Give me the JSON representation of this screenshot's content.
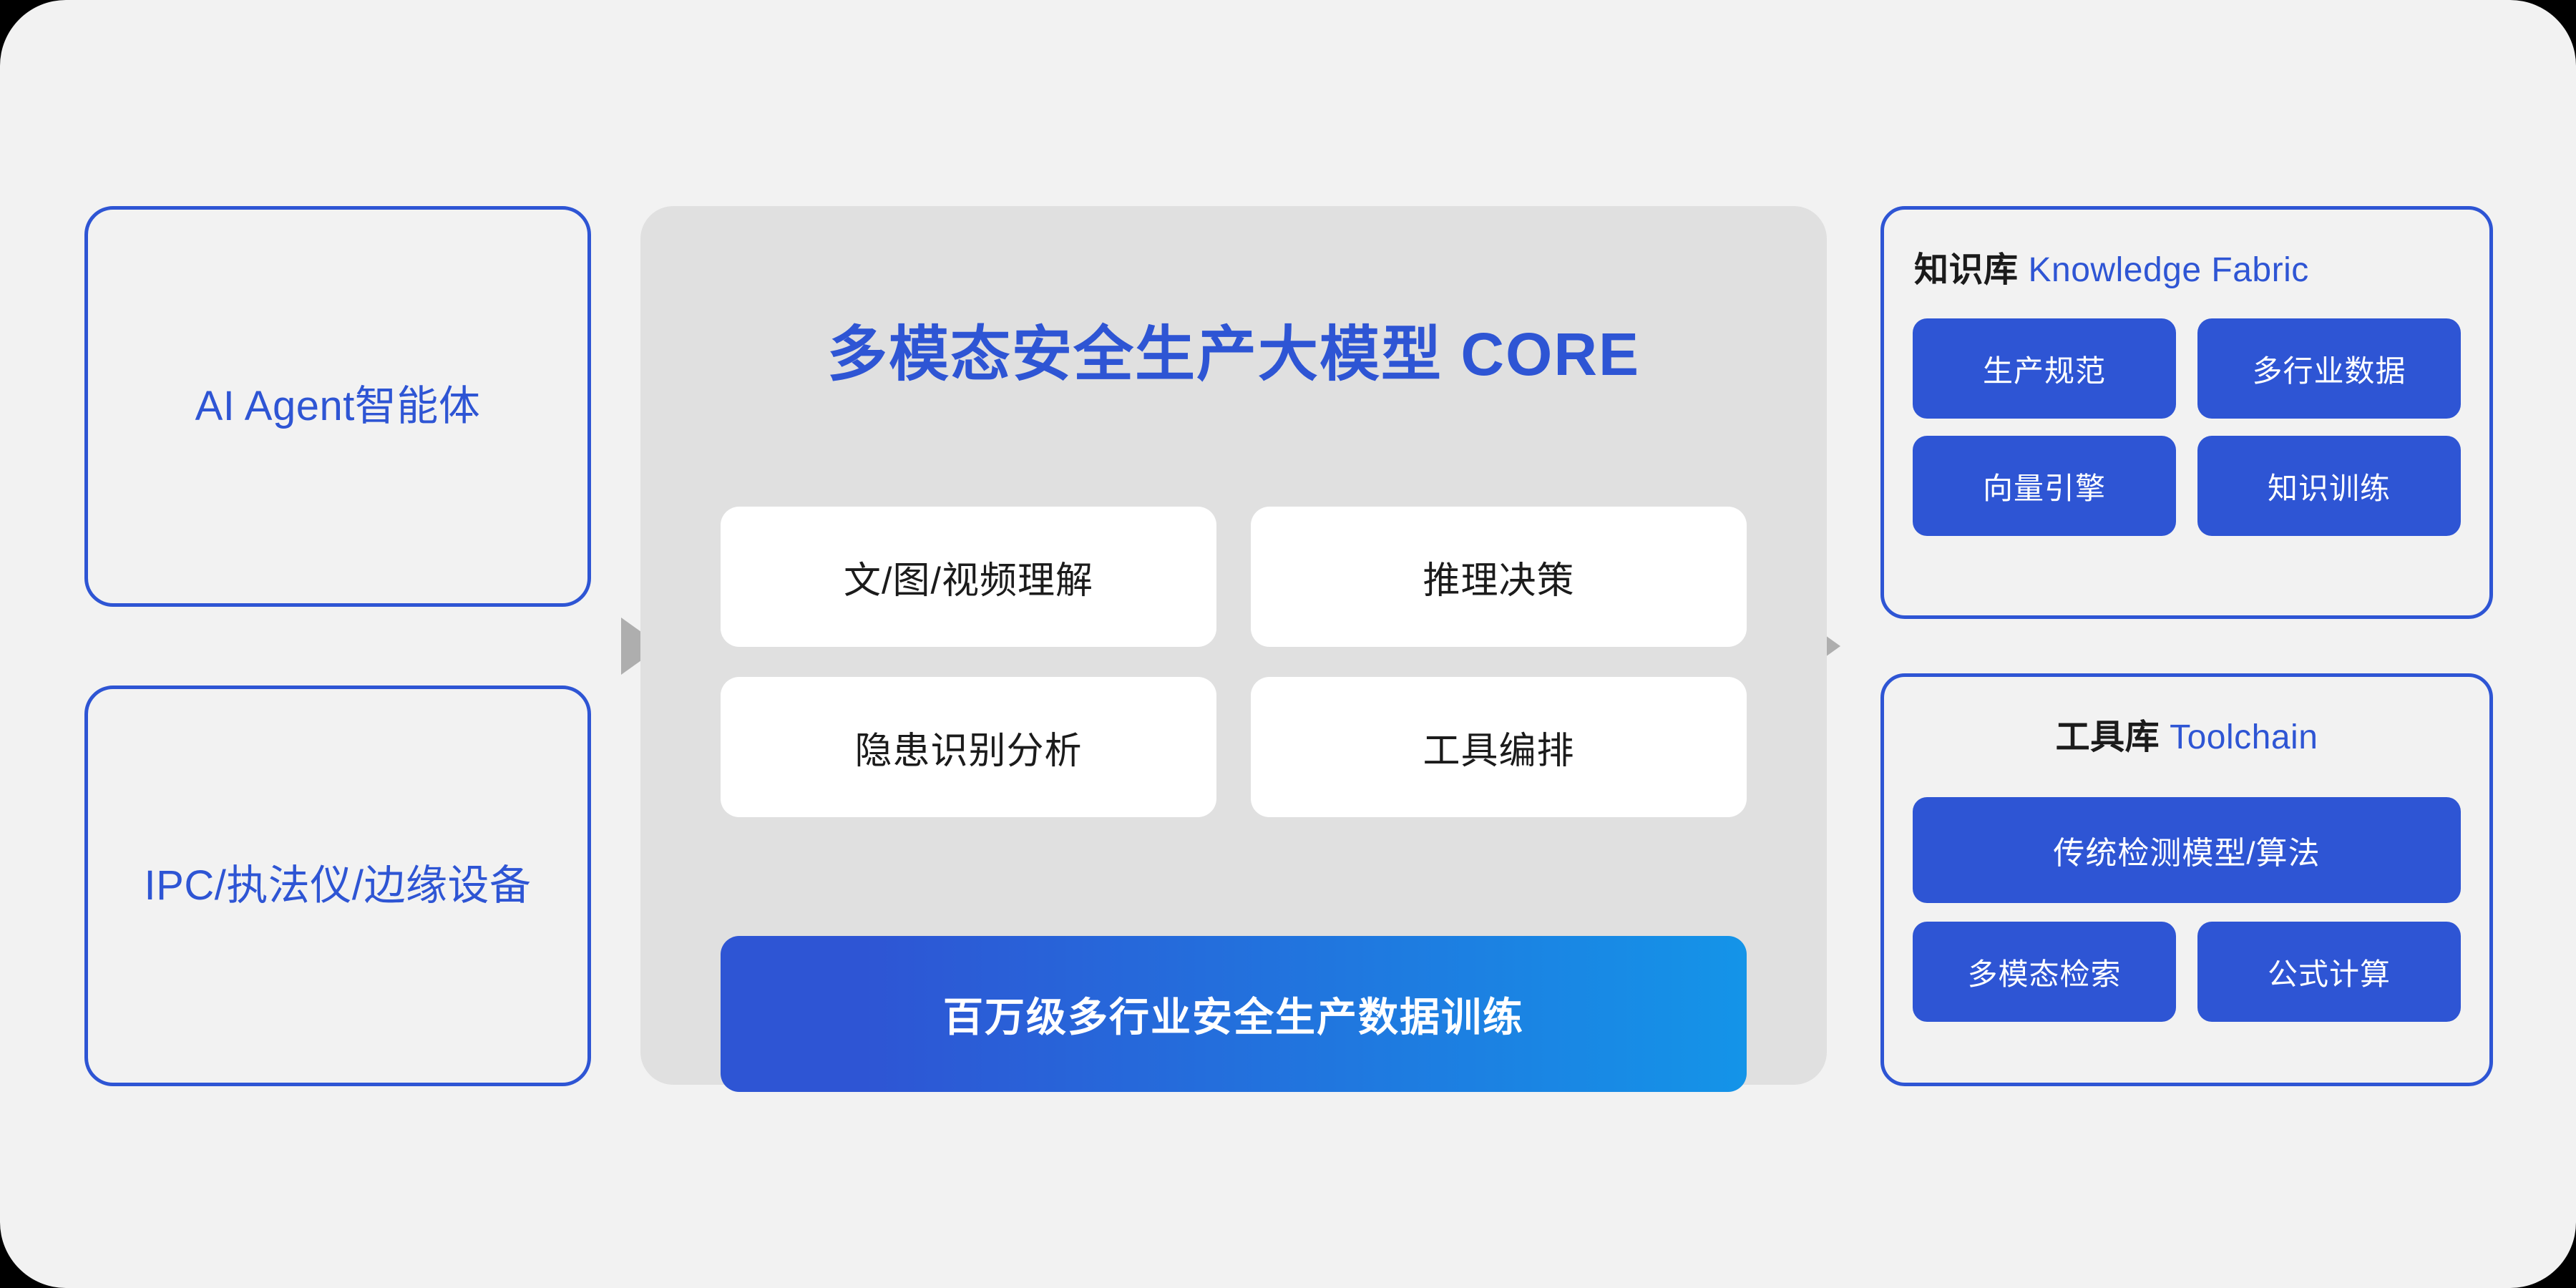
{
  "theme": {
    "accent_blue": "#2E55D4",
    "gradient_start": "#2E55D4",
    "gradient_end": "#1494E8",
    "panel_gray": "#E0E0E0",
    "canvas_bg": "#F2F2F2",
    "arrow_gray": "#AEAEAE",
    "card_white": "#FFFFFF",
    "text_dark": "#1B1B1B"
  },
  "left_inputs": [
    {
      "label": "AI Agent智能体"
    },
    {
      "label": "IPC/执法仪/边缘设备"
    }
  ],
  "arrows": [
    {
      "name": "inputs-to-core",
      "glyph": "▶"
    },
    {
      "name": "core-to-resources",
      "glyph": "▶"
    }
  ],
  "core": {
    "title": "多模态安全生产大模型 CORE",
    "capabilities": [
      {
        "label": "文/图/视频理解"
      },
      {
        "label": "推理决策"
      },
      {
        "label": "隐患识别分析"
      },
      {
        "label": "工具编排"
      }
    ],
    "training_bar": "百万级多行业安全生产数据训练"
  },
  "knowledge_fabric": {
    "title_zh": "知识库",
    "title_en": "Knowledge Fabric",
    "chips": [
      {
        "label": "生产规范"
      },
      {
        "label": "多行业数据"
      },
      {
        "label": "向量引擎"
      },
      {
        "label": "知识训练"
      }
    ]
  },
  "toolchain": {
    "title_zh": "工具库",
    "title_en": "Toolchain",
    "chips": [
      {
        "label": "传统检测模型/算法",
        "wide": true
      },
      {
        "label": "多模态检索",
        "wide": false
      },
      {
        "label": "公式计算",
        "wide": false
      }
    ]
  }
}
